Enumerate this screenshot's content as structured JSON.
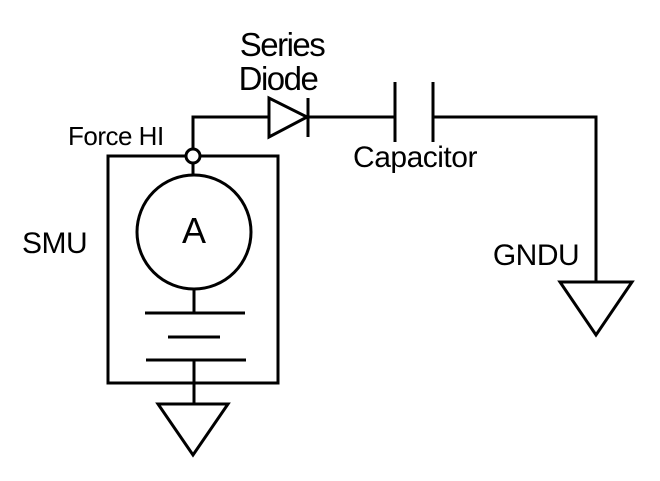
{
  "colors": {
    "background": "#ffffff",
    "line": "#000000",
    "text": "#000000"
  },
  "labels": {
    "series_diode": {
      "line1": "Series",
      "line2": "Diode"
    },
    "force_hi": "Force HI",
    "smu": "SMU",
    "ammeter": "A",
    "capacitor": "Capacitor",
    "gndu": "GNDU"
  }
}
